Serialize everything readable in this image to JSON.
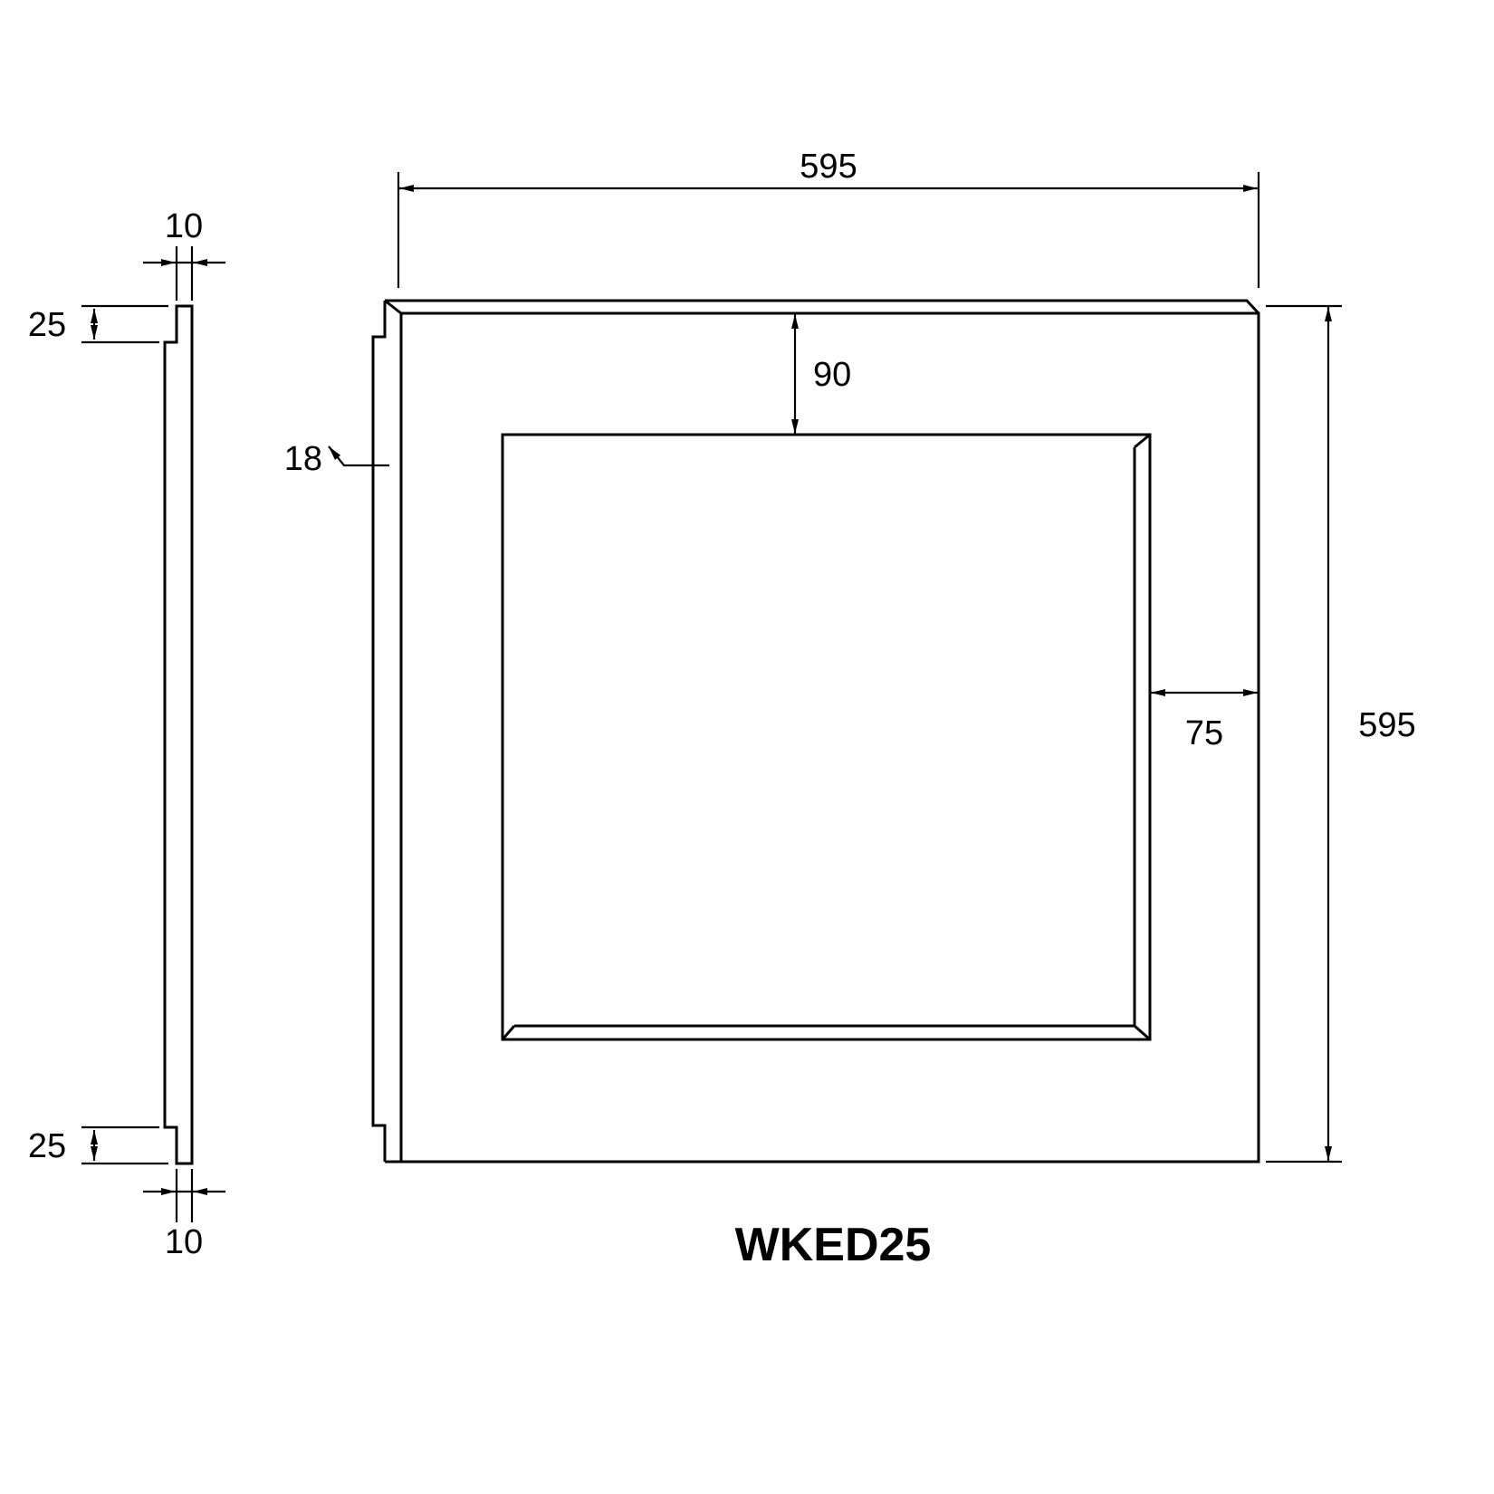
{
  "title": "WKED25",
  "colors": {
    "line": "#000000",
    "background": "#ffffff"
  },
  "front_view": {
    "width_label": "595",
    "height_label": "595",
    "top_inset_label": "90",
    "right_inset_label": "75",
    "edge_depth_label": "18"
  },
  "side_view": {
    "top_thickness_label": "10",
    "bottom_thickness_label": "10",
    "top_edge_label": "25",
    "bottom_edge_label": "25"
  }
}
